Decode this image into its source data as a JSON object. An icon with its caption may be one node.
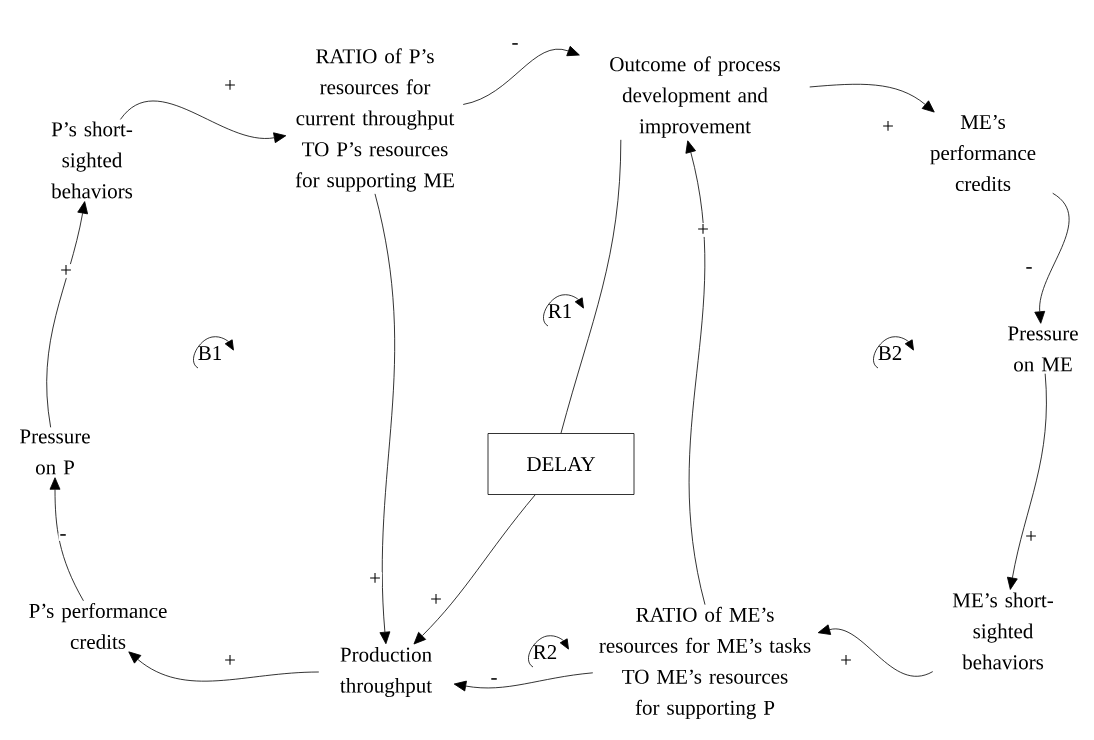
{
  "diagram": {
    "nodes": [
      {
        "text": [
          "P’s short-sighted behaviors"
        ]
      },
      {
        "text": [
          "RATIO of P’s resources for current throughput TO P’s resources for supporting ME"
        ]
      },
      {
        "text": [
          "Outcome of process development and improvement"
        ]
      },
      {
        "text": [
          "ME’s performance credits"
        ]
      },
      {
        "text": [
          "Pressure on ME"
        ]
      },
      {
        "text": [
          "ME’s short-sighted behaviors"
        ]
      },
      {
        "text": [
          "RATIO of ME’s resources for ME’s tasks TO ME’s resources for supporting P"
        ]
      },
      {
        "text": [
          "Production throughput"
        ]
      },
      {
        "text": [
          "P’s performance credits"
        ]
      },
      {
        "text": [
          "Pressure on P"
        ]
      },
      {
        "text": [
          "DELAY"
        ]
      }
    ],
    "edges": [
      {
        "from": 0,
        "to": 1,
        "arrow": "to",
        "label": "+"
      },
      {
        "from": 1,
        "to": 2,
        "arrow": "to",
        "label": "-"
      },
      {
        "from": 2,
        "to": 3,
        "arrow": "to",
        "label": "+"
      },
      {
        "from": 3,
        "to": 4,
        "arrow": "to",
        "label": "-"
      },
      {
        "from": 4,
        "to": 5,
        "arrow": "to",
        "label": "+"
      },
      {
        "from": 5,
        "to": 6,
        "arrow": "to",
        "label": "+"
      },
      {
        "from": 6,
        "to": 7,
        "arrow": "to",
        "label": "-"
      },
      {
        "from": 7,
        "to": 8,
        "arrow": "to",
        "label": "+"
      },
      {
        "from": 8,
        "to": 9,
        "arrow": "to",
        "label": "-"
      },
      {
        "from": 9,
        "to": 0,
        "arrow": "to",
        "label": "+"
      },
      {
        "from": 1,
        "to": 7,
        "arrow": "to",
        "label": "+"
      },
      {
        "from": 6,
        "to": 2,
        "arrow": "to",
        "label": "+"
      },
      {
        "from": 2,
        "to": 10,
        "arrow": "none"
      },
      {
        "from": 10,
        "to": 7,
        "arrow": "to",
        "label": "+"
      }
    ],
    "labels": [
      "R1",
      "B1",
      "B2",
      "R2"
    ]
  }
}
